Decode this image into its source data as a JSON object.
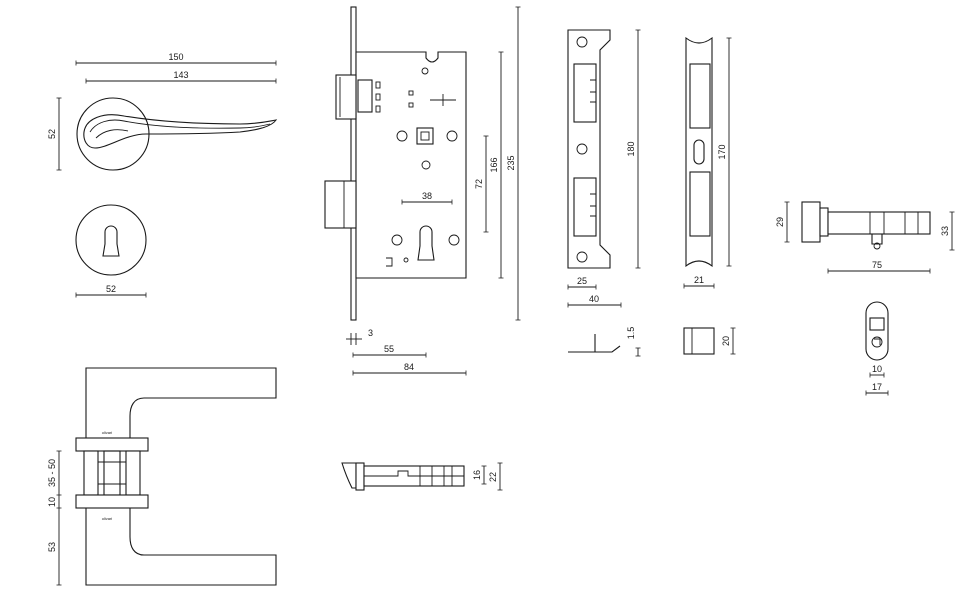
{
  "handle_front": {
    "overall_length": "150",
    "lever_length": "143",
    "rose_height": "52"
  },
  "escutcheon": {
    "diameter": "52"
  },
  "handle_side": {
    "door_range": "35 - 50",
    "rose_thickness": "10",
    "lever_height": "53",
    "rose_brand_mark": "olivari"
  },
  "lock_body": {
    "forend_thickness": "3",
    "backset": "55",
    "case_depth": "84",
    "center_distance": "72",
    "case_height": "166",
    "forend_height": "235",
    "follower_to_cylinder": "38"
  },
  "latch_side": {
    "bolt_width": "16",
    "latch_height": "22"
  },
  "strike_plate": {
    "width": "25",
    "depth": "40",
    "height": "180",
    "thickness": "1.5"
  },
  "strike_box": {
    "width": "21",
    "height": "170",
    "box_depth": "20"
  },
  "cylinder": {
    "thumbturn_side": "29",
    "height": "33",
    "length": "75",
    "width": "10",
    "cam_width": "17"
  }
}
